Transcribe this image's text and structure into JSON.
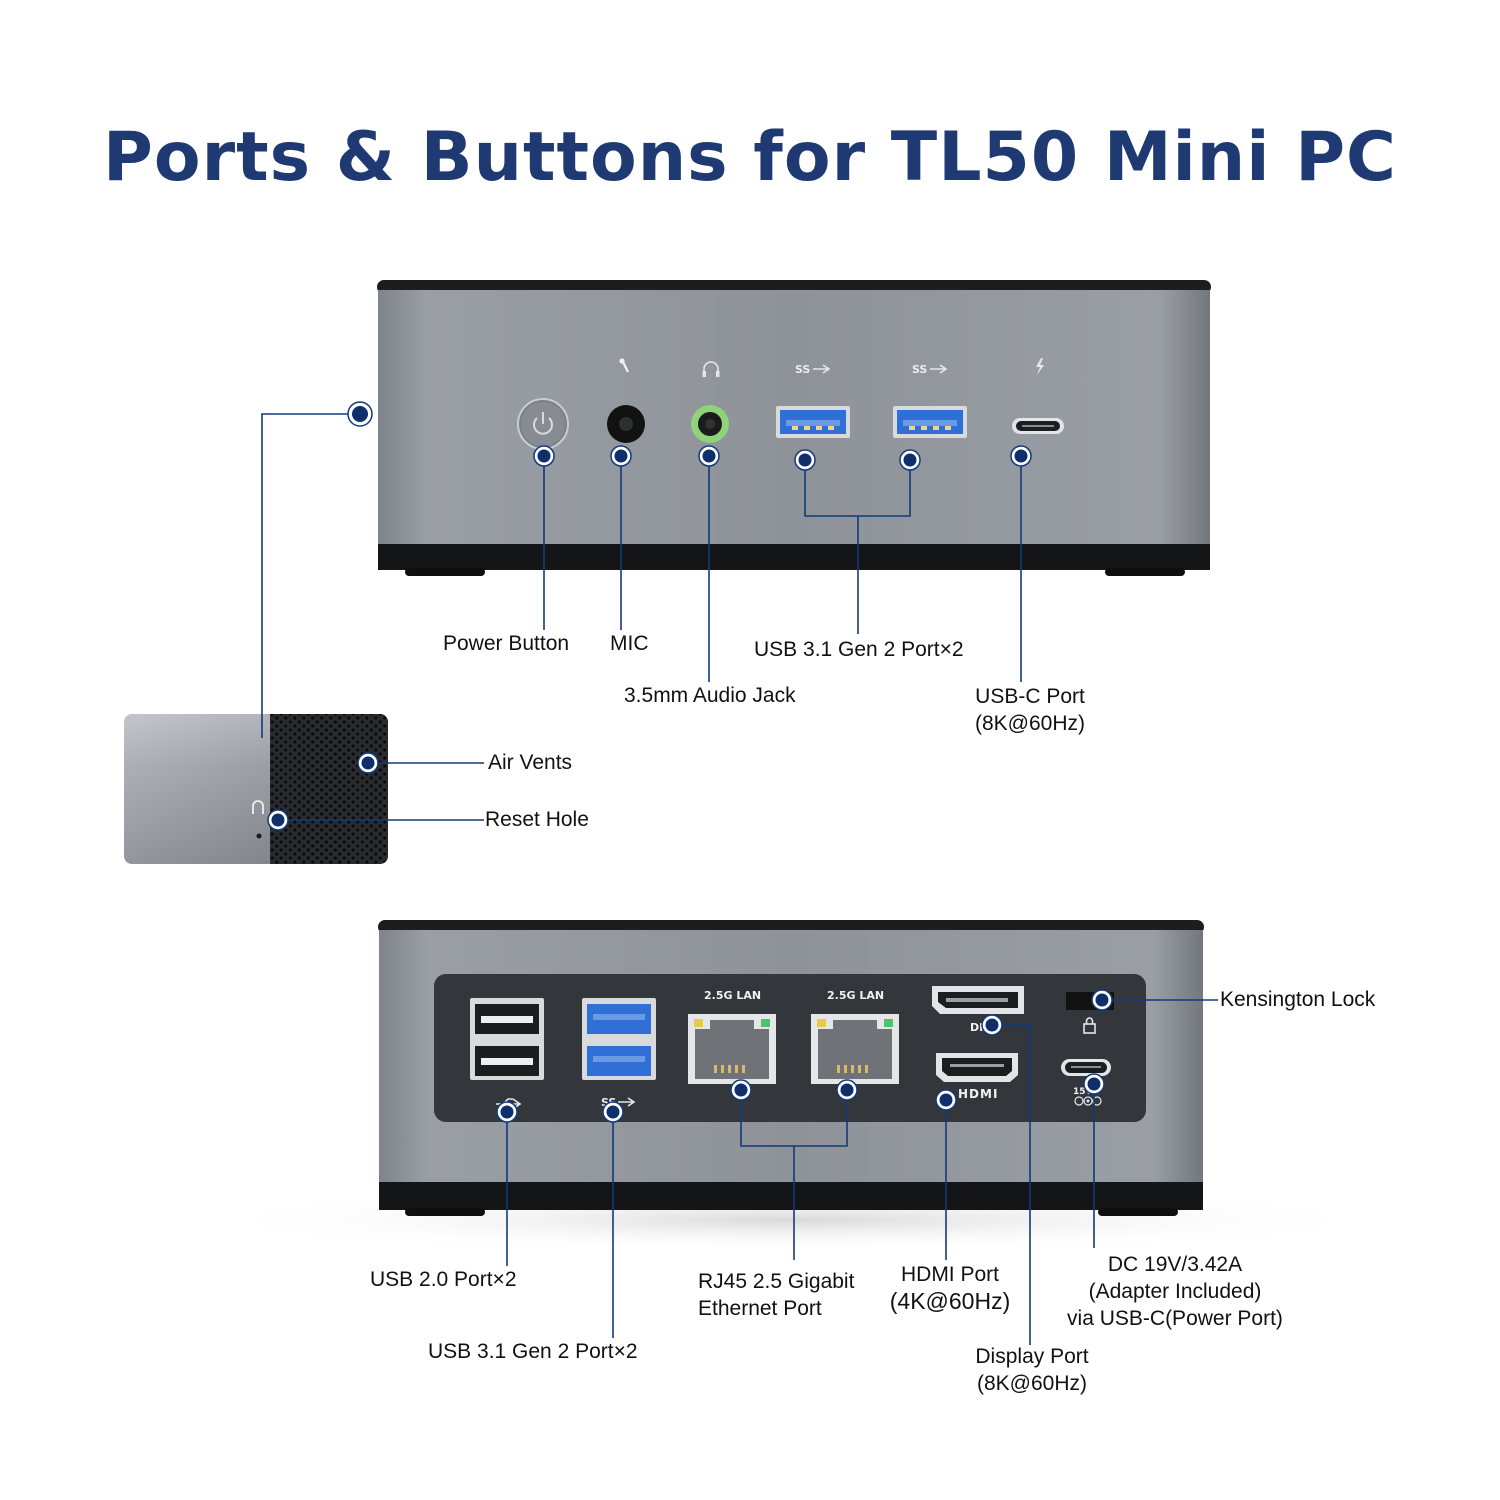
{
  "title": "Ports & Buttons for TL50 Mini PC",
  "front_labels": {
    "power_button": "Power Button",
    "mic": "MIC",
    "audio_jack": "3.5mm Audio Jack",
    "usb31_front": "USB 3.1 Gen 2 Port×2",
    "usbc_line1": "USB-C Port",
    "usbc_line2": "(8K@60Hz)"
  },
  "side_labels": {
    "air_vents": "Air Vents",
    "reset_hole": "Reset Hole"
  },
  "rear_labels": {
    "kensington": "Kensington Lock",
    "usb20": "USB 2.0 Port×2",
    "usb31_rear": "USB 3.1 Gen 2 Port×2",
    "rj45_line1": "RJ45 2.5 Gigabit",
    "rj45_line2": "Ethernet Port",
    "hdmi_line1": "HDMI Port",
    "hdmi_line2": "(4K@60Hz)",
    "dc_line1": "DC 19V/3.42A",
    "dc_line2": "(Adapter Included)",
    "dc_line3": "via USB-C(Power Port)",
    "dp_line1": "Display Port",
    "dp_line2": "(8K@60Hz)"
  },
  "panel_markings": {
    "lan_1": "2.5G LAN",
    "lan_2": "2.5G LAN",
    "dp": "DP",
    "hdmi": "HDMI",
    "power_rating": "15V",
    "ss_front_1": "SS",
    "ss_front_2": "SS",
    "ss_rear": "SS"
  },
  "icons": [
    "power-icon",
    "microphone-icon",
    "headphone-icon",
    "usb-ss-icon",
    "thunderbolt-icon",
    "usb-icon",
    "lock-icon",
    "polarity-icon"
  ],
  "colors": {
    "title": "#1f3a73",
    "leader": "#123a7a",
    "chassis": "#8b8f96",
    "usb3_blue": "#2f6fd6",
    "audio_green": "#8fd27a"
  }
}
